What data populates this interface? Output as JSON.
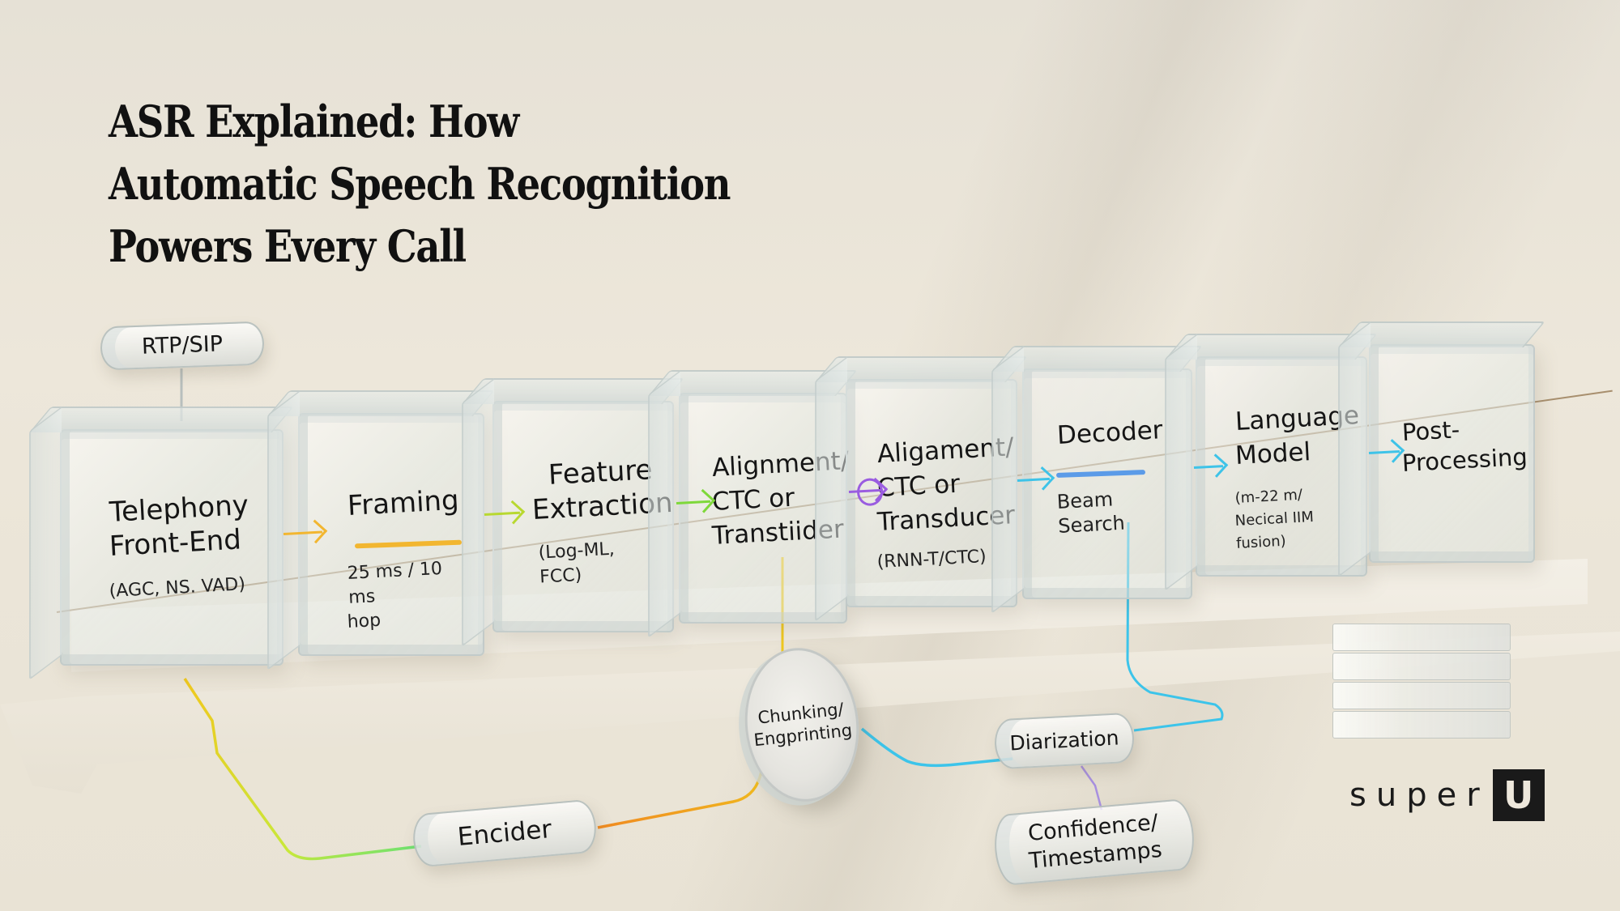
{
  "title": {
    "lines": [
      "ASR Explained: How",
      "Automatic Speech Recognition",
      "Powers Every Call"
    ]
  },
  "input": {
    "label": "RTP/SIP"
  },
  "pipeline": {
    "stages": [
      {
        "title": "Telephony Front-End",
        "lines": [
          "Telephony",
          "Front-End"
        ],
        "detail": "(AGC, NS. VAD)"
      },
      {
        "title": "Framing",
        "lines": [
          "Framing"
        ],
        "detail_lines": [
          "25 ms / 10 ms",
          "hop"
        ],
        "rule_color": "#f2b630"
      },
      {
        "title": "Feature Extraction",
        "lines": [
          "Feature",
          "Extraction"
        ],
        "detail": "(Log-ML, FCC)"
      },
      {
        "title": "Alignment/ CTC or Transtiider",
        "lines": [
          "Alignment/",
          "CTC or",
          "Transtiider"
        ]
      },
      {
        "title": "Aligament/ CTC or Transducer",
        "lines": [
          "Aligament/",
          "CTC or",
          "Transducer"
        ],
        "detail": "(RNN-T/CTC)"
      },
      {
        "title": "Decoder",
        "lines": [
          "Decoder"
        ],
        "detail": "Beam Search",
        "rule_color": "#5b9be8"
      },
      {
        "title": "Language Model",
        "lines": [
          "Language",
          "Model"
        ],
        "detail_lines": [
          "(m-22 m/",
          "Necical IIM fusion)"
        ]
      },
      {
        "title": "Post-Processing",
        "lines": [
          "Post-",
          "Processing"
        ]
      }
    ],
    "arrow_colors": [
      "#f2b630",
      "#b8d830",
      "#7ed83a",
      "#9a5ce0",
      "#3ec3e8",
      "#3ec3e8",
      "#3ec3e8"
    ]
  },
  "side_components": {
    "chunking": {
      "lines": [
        "Chunking/",
        "Engprinting"
      ]
    },
    "encoder": {
      "label": "Encider"
    },
    "diarization": {
      "label": "Diarization"
    },
    "confidence": {
      "lines": [
        "Confidence/",
        "Timestamps"
      ]
    }
  },
  "wire_colors": {
    "yellow": "#f0c81e",
    "green": "#5fe07a",
    "orange": "#f0a020",
    "cyan": "#3cc4ea",
    "purple": "#a890e0"
  },
  "brand": {
    "text": "super",
    "mark": "U"
  }
}
